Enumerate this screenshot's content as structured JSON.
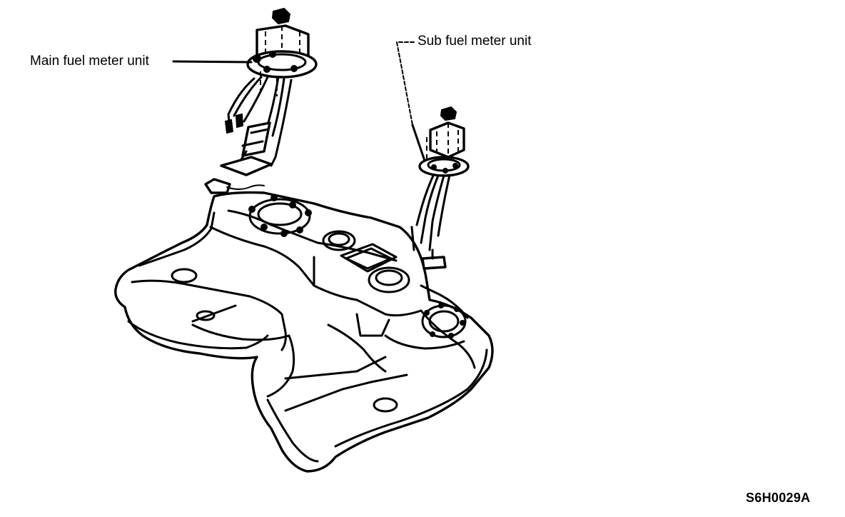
{
  "labels": {
    "main_unit": "Main fuel meter unit",
    "sub_unit": "Sub fuel meter unit",
    "figure_code": "S6H0029A"
  }
}
